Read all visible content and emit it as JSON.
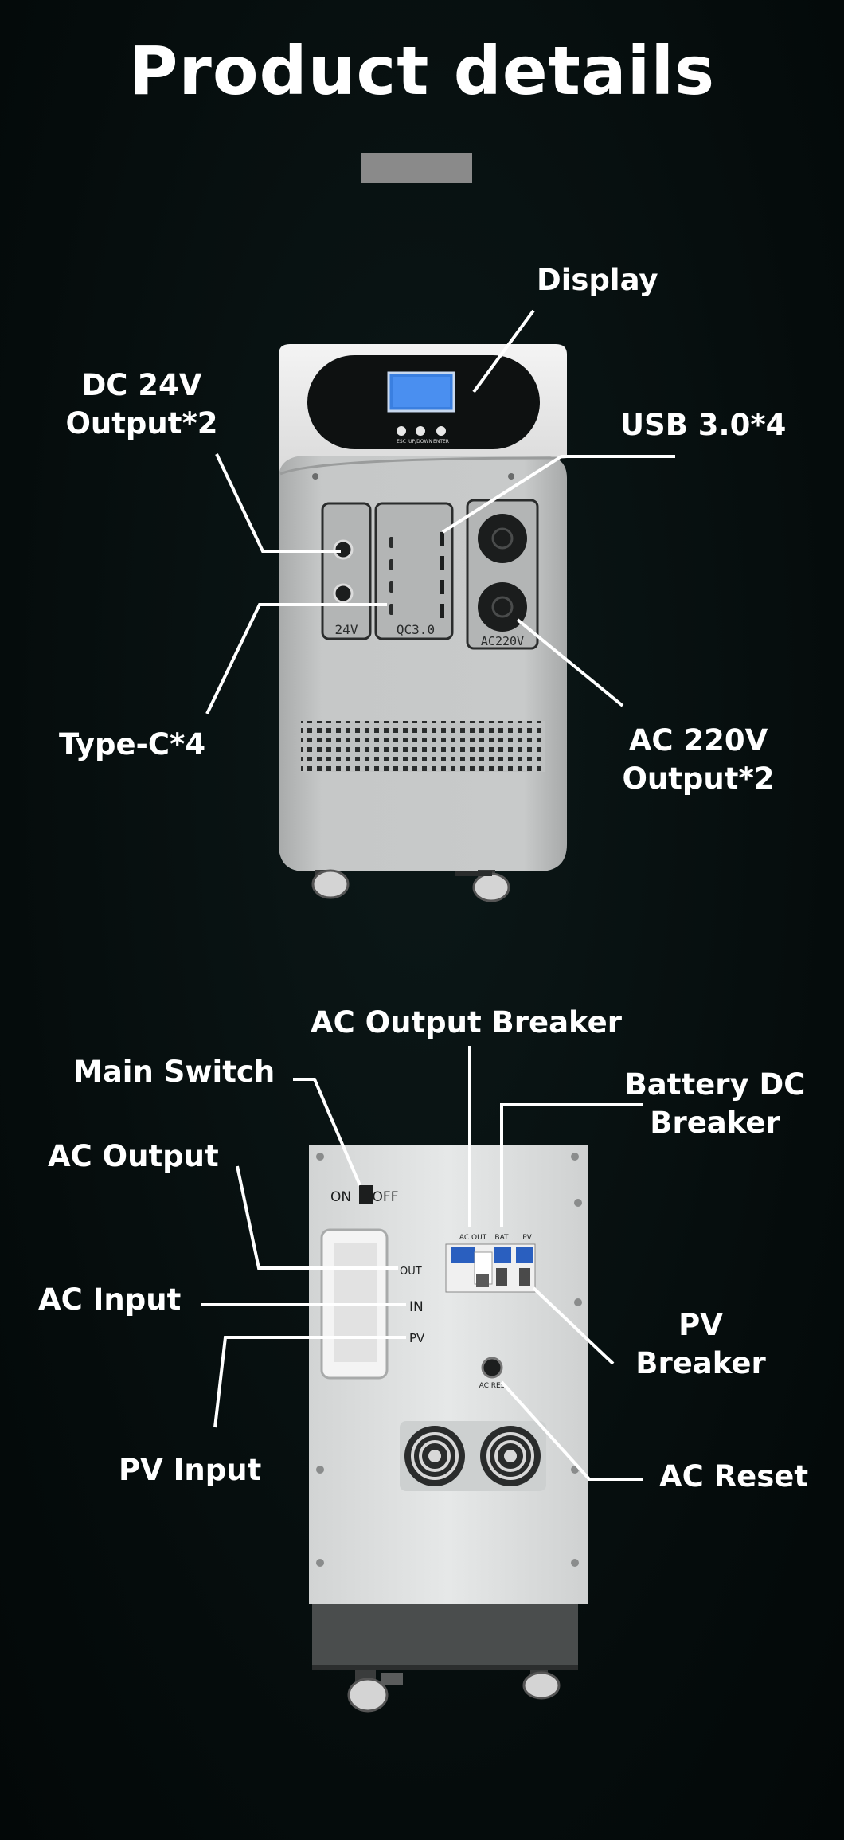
{
  "page": {
    "title": "Product details",
    "background": "#061010",
    "accent_bar_color": "#8a8a8a"
  },
  "front": {
    "display": "Display",
    "dc24v_line1": "DC 24V",
    "dc24v_line2": "Output*2",
    "usb": "USB 3.0*4",
    "typec": "Type-C*4",
    "ac220_line1": "AC 220V",
    "ac220_line2": "Output*2",
    "panel_24v": "24V",
    "panel_qc": "QC3.0",
    "panel_ac": "AC220V",
    "btn_labels": [
      "ESC",
      "UP/DOWN",
      "ENTER"
    ],
    "lcd_color": "#3a7fe0"
  },
  "rear": {
    "ac_output_breaker": "AC Output  Breaker",
    "main_switch": "Main Switch",
    "battery_line1": "Battery DC",
    "battery_line2": "Breaker",
    "ac_output": "AC Output",
    "ac_input": "AC Input",
    "pv_breaker_line1": "PV",
    "pv_breaker_line2": "Breaker",
    "pv_input": "PV Input",
    "ac_reset": "AC Reset",
    "switch_on": "ON",
    "switch_off": "OFF",
    "term_out": "OUT",
    "term_in": "IN",
    "term_pv": "PV",
    "brk_acout": "AC OUT",
    "brk_bat": "BAT",
    "brk_pv": "PV",
    "reset_label": "AC RES"
  }
}
